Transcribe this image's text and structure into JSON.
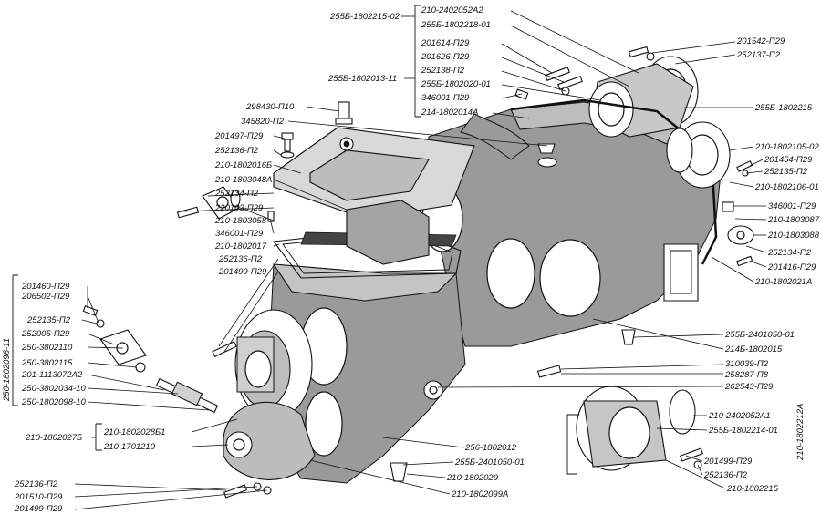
{
  "colors": {
    "ink": "#111111",
    "casting": "#9a9a9a",
    "background": "#ffffff"
  },
  "labels": {
    "l_2556_1802215_02": "255Б-1802215-02",
    "l_210_2402052a2": "210-2402052А2",
    "l_2556_1802218_01": "255Б-1802218-01",
    "l_201614_p29": "201614-П29",
    "l_201626_p29": "201626-П29",
    "l_252138_p2": "252138-П2",
    "l_2556_1802020_01": "255Б-1802020-01",
    "l_346001_p29_top": "346001-П29",
    "l_214_18020144": "214-1802014А",
    "l_2556_1802013_11": "255Б-1802013-11",
    "l_201542_p29": "201542-П29",
    "l_252137_p2": "252137-П2",
    "l_2556_1802215": "255Б-1802215",
    "l_210_1802105_02": "210-1802105-02",
    "l_201454_p29": "201454-П29",
    "l_252135_p2_right": "252135-П2",
    "l_210_1802106_01": "210-1802106-01",
    "l_346001_p29_right": "346001-П29",
    "l_210_1803087": "210-1803087",
    "l_210_1803088": "210-1803088",
    "l_252134_p2_right": "252134-П2",
    "l_201416_p29": "201416-П29",
    "l_210_1802021a": "210-1802021А",
    "l_298430_p10": "298430-П10",
    "l_345820_p2": "345820-П2",
    "l_201497_p29": "201497-П29",
    "l_252136_p2_a": "252136-П2",
    "l_210_1802016b": "210-1802016Б",
    "l_210_1803048a": "210-1803048А",
    "l_252134_p2_left": "252134-П2",
    "l_220103_p29": "220103-П29",
    "l_210_1803058": "210-1803058",
    "l_346001_p29_left": "346001-П29",
    "l_210_1802017": "210-1802017",
    "l_252136_p2_b": "252136-П2",
    "l_201499_p29_a": "201499-П29",
    "l_201460_p29": "201460-П29",
    "l_206502_p29": "206502-П29",
    "l_252135_p2_left": "252135-П2",
    "l_252005_p29": "252005-П29",
    "l_250_3802110": "250-3802110",
    "l_201_1113072a2": "201-1113072А2",
    "l_250_3802115": "250-3802115",
    "l_250_3802034_10": "250-3802034-10",
    "l_250_1802098_10": "250-1802098-10",
    "l_250_1802096_11": "250-1802096-11",
    "l_210_1802027b": "210-1802027Б",
    "l_210_1802028b1": "210-1802028Б1",
    "l_210_1701210": "210-1701210",
    "l_252136_p2_bot": "252136-П2",
    "l_201510_p29": "201510-П29",
    "l_201499_p29_bot": "201499-П29",
    "l_2556_2401050_01_right": "255Б-2401050-01",
    "l_2146_1802015": "214Б-1802015",
    "l_310039_p2": "310039-П2",
    "l_258287_p8": "258287-П8",
    "l_262543_p29": "262543-П29",
    "l_256_1802012": "256-1802012",
    "l_2556_2401050_01_bot": "255Б-2401050-01",
    "l_210_1802029": "210-1802029",
    "l_210_1802099a": "210-1802099А",
    "l_210_2402052a1": "210-2402052А1",
    "l_2556_1802214_01": "255Б-1802214-01",
    "l_201499_p29_right": "201499-П29",
    "l_252136_p2_right": "252136-П2",
    "l_210_1802215": "210-1802215",
    "l_210_1802212a": "210-1802212А"
  }
}
